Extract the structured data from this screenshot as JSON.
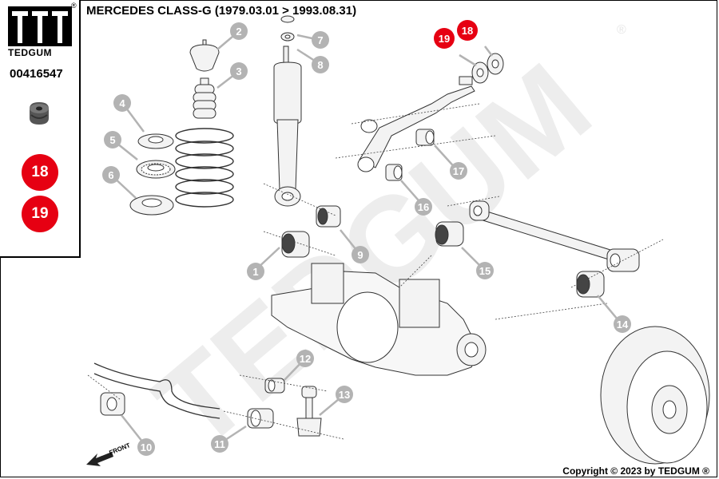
{
  "brand": {
    "name": "TEDGUM",
    "registered": "®"
  },
  "title": "MERCEDES CLASS-G (1979.03.01 > 1993.08.31)",
  "part_number": "00416547",
  "copyright": "Copyright © 2023 by TEDGUM ®",
  "watermark": "TEDGUM",
  "front_label": "FRONT",
  "colors": {
    "highlight": "#e60012",
    "callout": "#b3b3b3",
    "watermark": "#ececec"
  },
  "highlighted_positions": [
    "18",
    "19"
  ],
  "callouts": [
    "1",
    "2",
    "3",
    "4",
    "5",
    "6",
    "7",
    "8",
    "9",
    "10",
    "11",
    "12",
    "13",
    "14",
    "15",
    "16",
    "17",
    "18",
    "19"
  ]
}
